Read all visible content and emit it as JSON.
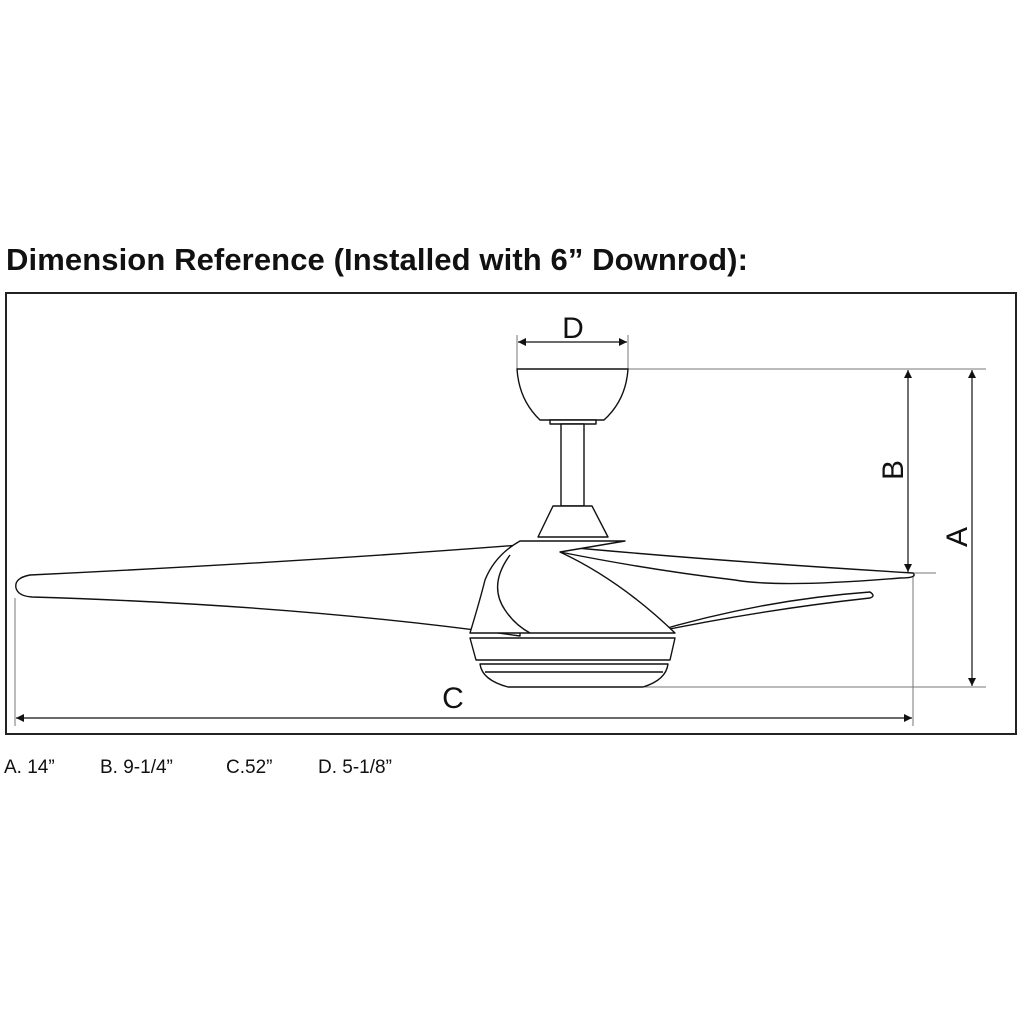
{
  "title": "Dimension Reference (Installed with 6” Downrod):",
  "diagram_labels": {
    "a": "A",
    "b": "B",
    "c": "C",
    "d": "D"
  },
  "dimensions": [
    {
      "key": "A",
      "text": "A. 14”"
    },
    {
      "key": "B",
      "text": "B. 9-1/4”"
    },
    {
      "key": "C",
      "text": "C.52”"
    },
    {
      "key": "D",
      "text": "D. 5-1/8”"
    }
  ]
}
